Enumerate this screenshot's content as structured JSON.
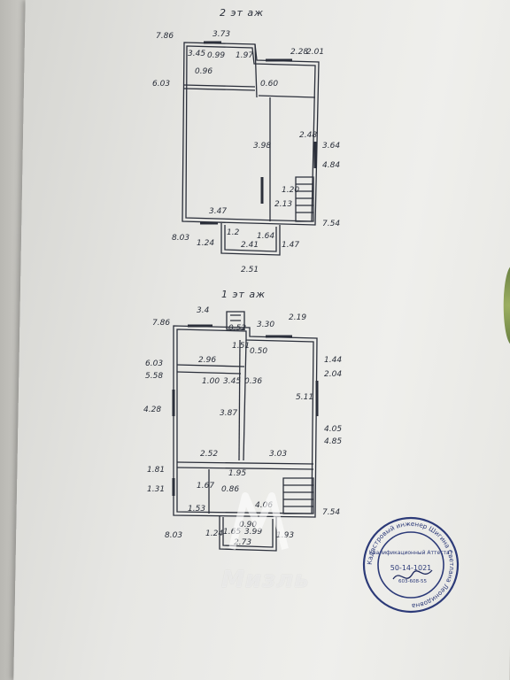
{
  "document": {
    "floor2_title": "2 эт аж",
    "floor1_title": "1 эт аж",
    "floor2_dims": [
      "7.86",
      "3.73",
      "3.45",
      "1.97",
      "6.03",
      "0.99",
      "0.96",
      "2.28",
      "2.01",
      "0.60",
      "3.98",
      "2.48",
      "3.64",
      "4.84",
      "1.20",
      "2.13",
      "3.47",
      "7.54",
      "8.03",
      "1.24",
      "1.2",
      "1.64",
      "2.41",
      "1.47",
      "2.51"
    ],
    "floor1_dims": [
      "7.86",
      "3.4",
      "0.52",
      "3.30",
      "2.19",
      "6.03",
      "5.58",
      "2.96",
      "1.51",
      "0.50",
      "1.44",
      "2.04",
      "1.00",
      "3.45",
      "0.36",
      "5.11",
      "4.28",
      "3.87",
      "4.05",
      "4.85",
      "2.52",
      "3.03",
      "1.81",
      "1.31",
      "1.95",
      "1.67",
      "0.86",
      "1.53",
      "4.06",
      "7.54",
      "8.03",
      "1.24",
      "1.65",
      "2.73",
      "3.99",
      "0.90",
      "1.93"
    ],
    "watermark": "Мизль",
    "stamp": {
      "text_outer": "Кадастровый инженер Шигина Светлана Леонидовна",
      "text_inner": "Квалификационный Аттестат",
      "number": "50-14-1021",
      "phone": "603-608-55"
    }
  }
}
